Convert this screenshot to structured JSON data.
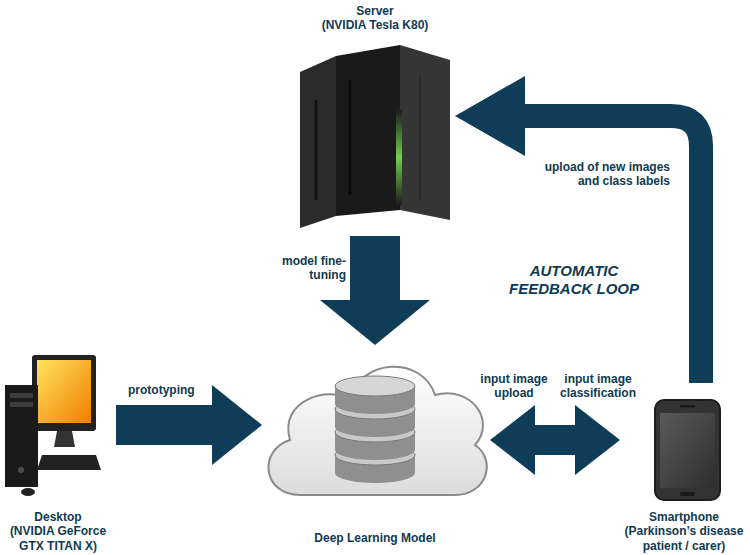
{
  "diagram": {
    "nodes": [
      {
        "text": [
          "Server",
          "(NVIDIA Tesla K80)"
        ]
      },
      {
        "text": [
          "Desktop",
          "(NVIDIA GeForce GTX TITAN X)"
        ]
      },
      {
        "text": [
          "Deep Learning Model"
        ]
      },
      {
        "text": [
          "Smartphone",
          "(Parkinson’s disease patient / carer)"
        ]
      }
    ],
    "edges": [
      {
        "from": 0,
        "to": 2,
        "arrow": "to",
        "label": "model fine-tuning"
      },
      {
        "from": 1,
        "to": 2,
        "arrow": "to",
        "label": "prototyping"
      },
      {
        "from": 2,
        "to": 3,
        "arrow": "both"
      },
      {
        "from": 3,
        "to": 0,
        "arrow": "to",
        "label": "upload of new images and class labels"
      }
    ],
    "labels": [
      "input image upload",
      "input image classification",
      "AUTOMATIC FEEDBACK LOOP"
    ]
  }
}
